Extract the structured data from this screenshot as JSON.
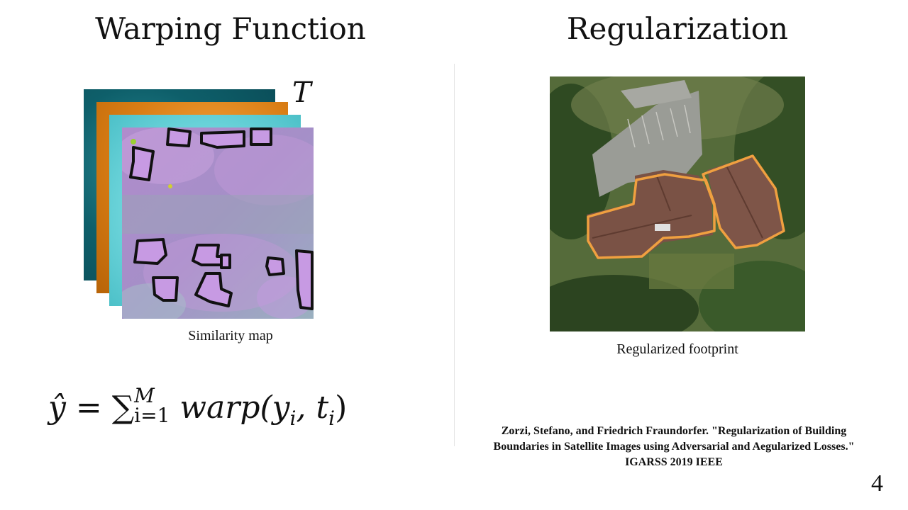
{
  "left_section": {
    "title": "Warping Function",
    "stack_label": "T",
    "caption": "Similarity map",
    "formula": {
      "lhs": "ŷ",
      "equals": "=",
      "sum_symbol": "∑",
      "upper_limit": "M",
      "lower_limit": "i=1",
      "function_name": "warp",
      "argument": "(y",
      "sub_y": "i",
      "comma": ", t",
      "sub_t": "i",
      "close": ")"
    },
    "layer_colors": {
      "teal": "#0e5f6a",
      "orange": "#d97d14",
      "cyan": "#6fd6dc",
      "similarity_base": "#b98fd0",
      "footprint_fill": "#c79ae3",
      "footprint_outline": "#111111"
    }
  },
  "right_section": {
    "title": "Regularization",
    "caption": "Regularized footprint",
    "outline_color": "#f0a040",
    "citation": {
      "line1": "Zorzi, Stefano, and Friedrich Fraundorfer. \"Regularization of Building",
      "line2": "Boundaries in Satellite Images using Adversarial and Aegularized Losses.\"",
      "line3": "IGARSS 2019 IEEE"
    }
  },
  "slide_number": "4"
}
